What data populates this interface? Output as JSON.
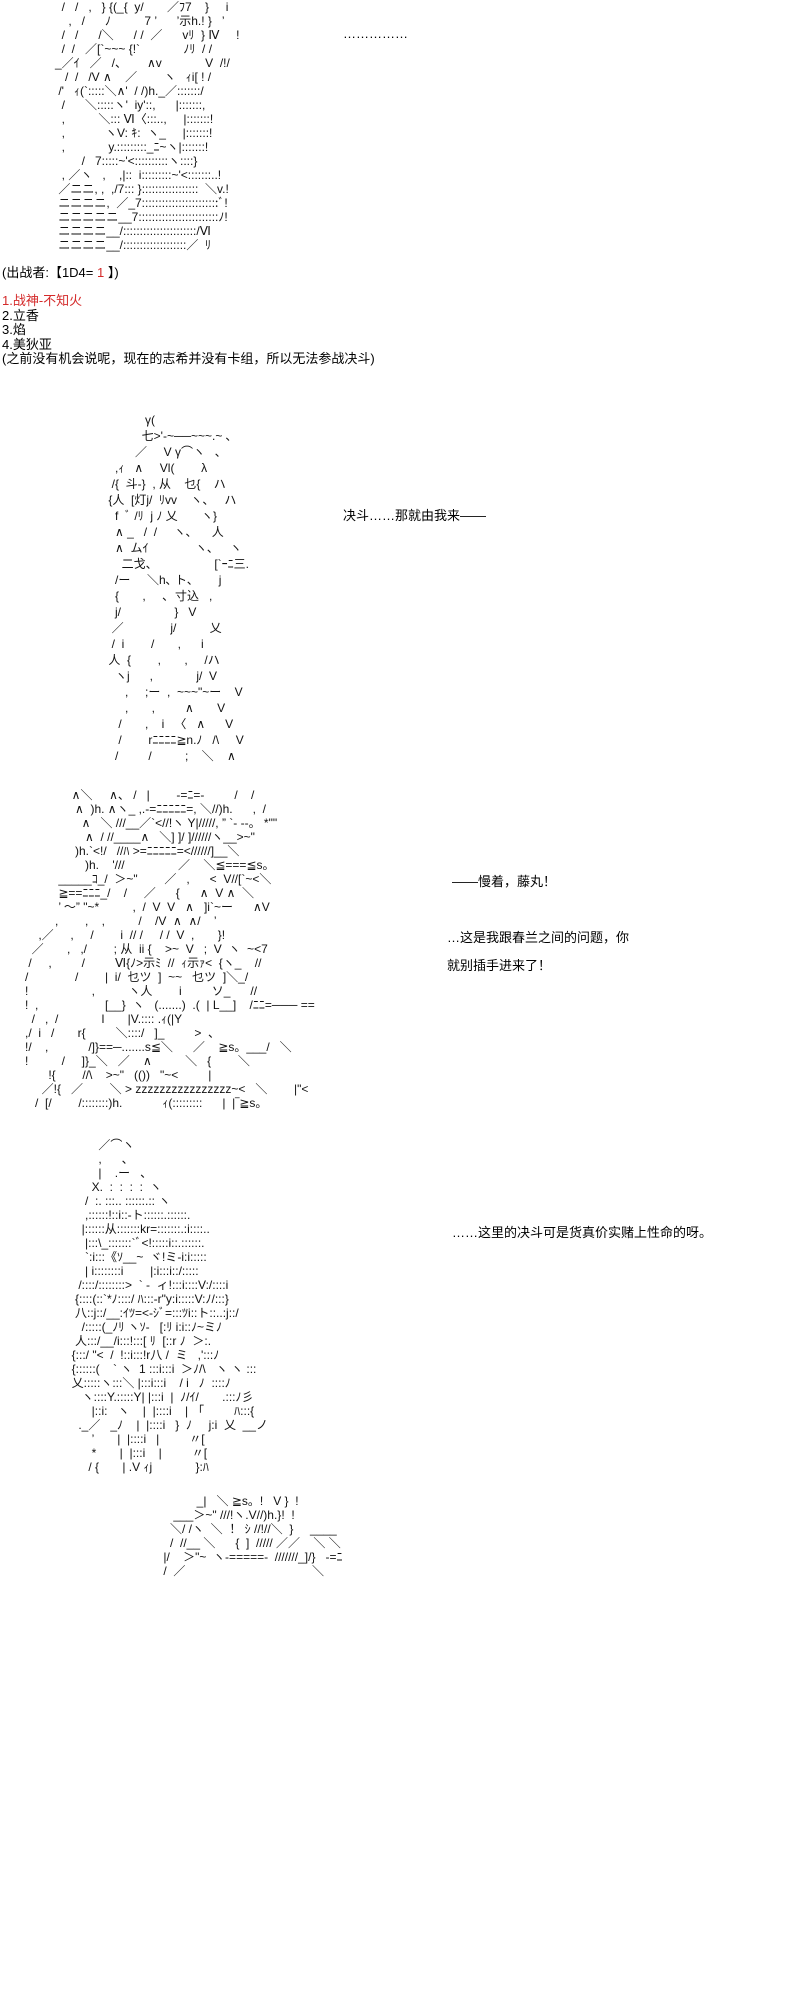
{
  "art": [
    "  /   /   ,   } {(_{  y/       ／ﾌ7    }     i\n    ,   /      ﾉ          7 ’      ’示h.! }   ’\n  /   /      /＼      / /  ／      vﾘ  } Ⅳ     !\n  /  /   ／[`~~~ {!`             ﾉﾘ  / /\n_／ｲ   ／   /、      ∧v             V  /!/\n   /  /   /V ∧    ／        ヽ   ｨi[ ! /\n /'   ｨ(`:::::＼∧'  / /)h._／:::::::/\n  /      ＼:::::ヽ'  iy'::,      |:::::::,\n  ,          ＼::: Ⅵ〈:::..,     |:::::::!\n  ,            ヽV: ｷ:  ヽ_     |:::::::!\n  ,             y.:::::::::_ﾆ~ヽ|:::::::!\n        /   7:::::~'<::::::::::ヽ::::}\n  , ／ヽ   ,    ,|::  i:::::::::~'<:::::::..!\n ／ニニ, ,  ,/7::: }:::::::::::::::::  ＼v.!\n ニニニニ,  ／_7:::::::::::::::::::::::ﾞ!\n ニニニニニ__7::::::::::::::::::::::::ﾉ!\n ニニニニ__/::::::::::::::::::::::/Ⅵ\n ニニニニ__/:::::::::::::::::::／  ﾘ",
    "            γ(\n           七>'-~──~~~.~ ､\n         ／     V γ⌒ヽ   ､\n   ,ｨ   ∧     Vl(        λ\n  /{  斗-}  , 从    乜{    ハ\n {人  [灯j/  ﾘvv    ヽ、   ハ\n   f  ﾞ /ﾘ  j ﾉ 乂       ヽ}\n   ∧ _   /  /     ヽ､      人\n   ∧  ムｲ              ヽ､     ヽ\n     二戈、                 [`ｰﾆ三.\n   /ー     ＼h､ ト、      j\n   {       ,     ､  寸込   ,\n   j/                }   V\n  ／              j/          乂\n  /  i        /       ,      i\n 人  {        ,       ,     /ハ\n   ヽj      ,             j/  V\n      ,     ;ー  ,  ~~~\"~ー    V\n      ,       ,         ∧       V\n    /       ,    i   〈   ∧      V\n    /        rﾆﾆﾆﾆ≧n.ﾉ   /\\     V\n   /         /          ;    ＼    ∧",
    "              ∧＼     ∧、 /   |        -=ﾆ=-         /    /\n               ∧  )h. ∧ヽ_ ,.-=ﾆﾆﾆﾆﾆ=, ＼//)h.      ,  /\n                 ∧   ＼ ///__／`<//!ヽ Y|/////, ” `- --。 *\"\"\n                  ∧  / //____∧   ＼] ]/ ]//////ヽ__>~\"\n               )h.`<!/   //ﾊ >=ﾆﾆﾆﾆﾆ=<//////]__＼\n                  )h.    '///                ／    ＼≦===≦s。\n          _____ｺ_/  ＞~\"        ／   ,      <  V//[`~<＼\n          ≧==ﾆﾆﾆ_/    /     ／      {      ∧  V ∧  ＼\n          ’ ～” \"~*          ,  /  V  V   ∧   ]i`~ー      ∧V\n         ,        ,    ,          /    /V  ∧  ∧/    ’\n    ,／     ,     /        i  // /     / /  V  ,       }!\n  ／       ,   ,/        ; 从  ii {    >~  V   ;  V  ヽ  ~<7\n /     ,         /         Ⅵ{ﾉ>示ﾐ  //  ｨ示ｧ<  {ヽ_    //\n/              /        |  i/  乜ツ  ]  ~~   乜ツ  ]＼_/\n!                   ,          ヽ人        i         ソ_      //\n!  ,                    [__}  ヽ   (.......)  .(  | L__]    /ﾆﾆ=─── ==\n  /   ,  /             l       |V.:::: .ｨ(|Y\n,/  i   /       r{         ＼::::/   ]_         >  、\n!/    ,            /]}==─.......s≦＼      ／    ≧s。___/   ＼\n!          /     ]}_＼   ／    ∧          ＼   {        ＼\n       !{        //\\    >~\"   (())   \"~<         |\n     ／!{   ／        ＼ > zzzzzzzzzzzzzzzz~<   ＼        |\"<\n   /  [/        /::::::::)h.            ｨ(:::::::::      |  |‾≧s。",
    "          ／⌒ヽ\n          ,      、\n          |    .ー   、\n        X.  :  :  :  :  ヽ\n      /  :. :::.. ::::::.:: ヽ\n      ,::::::!::i::-ト::::::.::::::.\n     |::::::从:::::::kr=:::::::.:i::::..\n      |:::\\_:::::::`ﾞ<!:::::i::.::::::.\n      `:i:::《ｿ__~  ヾ!ミ-i:i:::::\n      | i::::::::i        |:i:::i::/:::::\n    /::::/::::::::>  ` -  ィ!:::i::::V:/::::i\n   {::::(::`*ﾉ::::/ ﾊ:::-r\"y:i:::::V:ﾉ/:::}\n   八::j::/__:ｲﾂ=<-ｼﾞ=:::ﾂi::ト::..:j::/\n     /:::::(_ﾉﾘ ヽｿ-   [:ﾘ i:i::ﾉ~ミﾉ\n   人:::/__/i:::!:::[ ﾘ  [::r ﾉ  ＞:.\n  {:::/ \"<  /  !::i:::!r八 /  ミ   ,':::ﾉ\n  {::::::(    ` ヽ  1 :::i:::i  ＞ﾉ/\\   ヽ ヽ :::\n  乂:::::ヽ:::＼ |:::i:::i    / i   ﾉ  ::::ﾉ\n     ヽ::::Y.:::::Y| |:::i  |  ﾉ/ｲ/       .:::ﾉ彡\n        |::i:   ヽ    |  |::::i    |   ｢         ﾊ:::{\n    ._／   _ﾉ    |  |::::i   }  ﾉ     j:i  乂  __ノ\n        ’       |  |::::i   |         〃[\n        *       |  |:::i    |         〃[\n       / {       | .V ｨj             }:ﾊ",
    "              _|   ＼ ≧s。!   V }  !\n       ___＞~\" ///!ヽ.V//)h.}!  !\n      ＼/ /ヽ  ＼  ！ ｼ //!//＼  }     ____\n      /  //__ ＼      {  ]  ///// ／／    ＼ ＼\n    |/    ＞\"~  ヽ-=====-  ///////_]/}   -=ﾆ\n    /  ／                                      ＼"
  ],
  "ellipsis_1": "……………",
  "battle_caption": {
    "prefix": "(出战者:【1D4= ",
    "roll": "1",
    "suffix": " 】)"
  },
  "options": [
    "1.战神-不知火",
    "2.立香",
    "3.焰",
    "4.美狄亚"
  ],
  "note": "(之前没有机会说呢，现在的志希并没有卡组，所以无法参战决斗)",
  "dialogue": [
    "决斗……那就由我来——",
    "——慢着，藤丸！",
    "…这是我跟春兰之间的问题，你",
    "就别插手进来了！",
    "……这里的决斗可是货真价实赌上性命的呀。"
  ],
  "colors": {
    "highlight": "#d42a2a",
    "text": "#000000"
  }
}
